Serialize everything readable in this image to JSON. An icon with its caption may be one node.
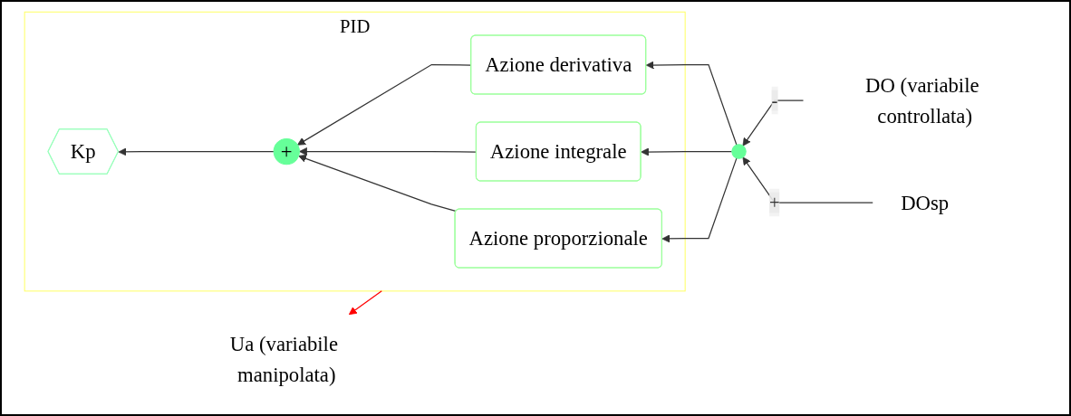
{
  "diagram": {
    "nodes": [
      {
        "text": [
          "PID"
        ]
      },
      {
        "text": [
          "Azione proporzionale"
        ],
        "in": 0
      },
      {
        "text": [
          "Azione integrale"
        ],
        "in": 0
      },
      {
        "text": [
          "Azione derivativa"
        ],
        "in": 0
      },
      {
        "text": [
          "Kp"
        ],
        "in": 0
      },
      {
        "text": [
          "+"
        ],
        "in": 0
      },
      {
        "text": [],
        "shape": "circle"
      },
      {
        "text": [
          "Ua (variabile manipolata)"
        ]
      },
      {
        "text": [
          "DOsp"
        ]
      },
      {
        "text": [
          "DO (variabile controllata)"
        ]
      }
    ],
    "edges": [
      {
        "from": 8,
        "to": 6,
        "arrow": "to",
        "label": "+"
      },
      {
        "from": 9,
        "to": 6,
        "arrow": "to",
        "label": "-"
      },
      {
        "from": 6,
        "to": 1,
        "arrow": "to"
      },
      {
        "from": 6,
        "to": 2,
        "arrow": "to"
      },
      {
        "from": 6,
        "to": 3,
        "arrow": "to"
      },
      {
        "from": 1,
        "to": 5,
        "arrow": "to"
      },
      {
        "from": 2,
        "to": 5,
        "arrow": "to"
      },
      {
        "from": 3,
        "to": 5,
        "arrow": "to"
      },
      {
        "from": 5,
        "to": 4,
        "arrow": "to"
      },
      {
        "from": 0,
        "to": 7,
        "arrow": "to",
        "color": "#ff0000"
      }
    ]
  }
}
